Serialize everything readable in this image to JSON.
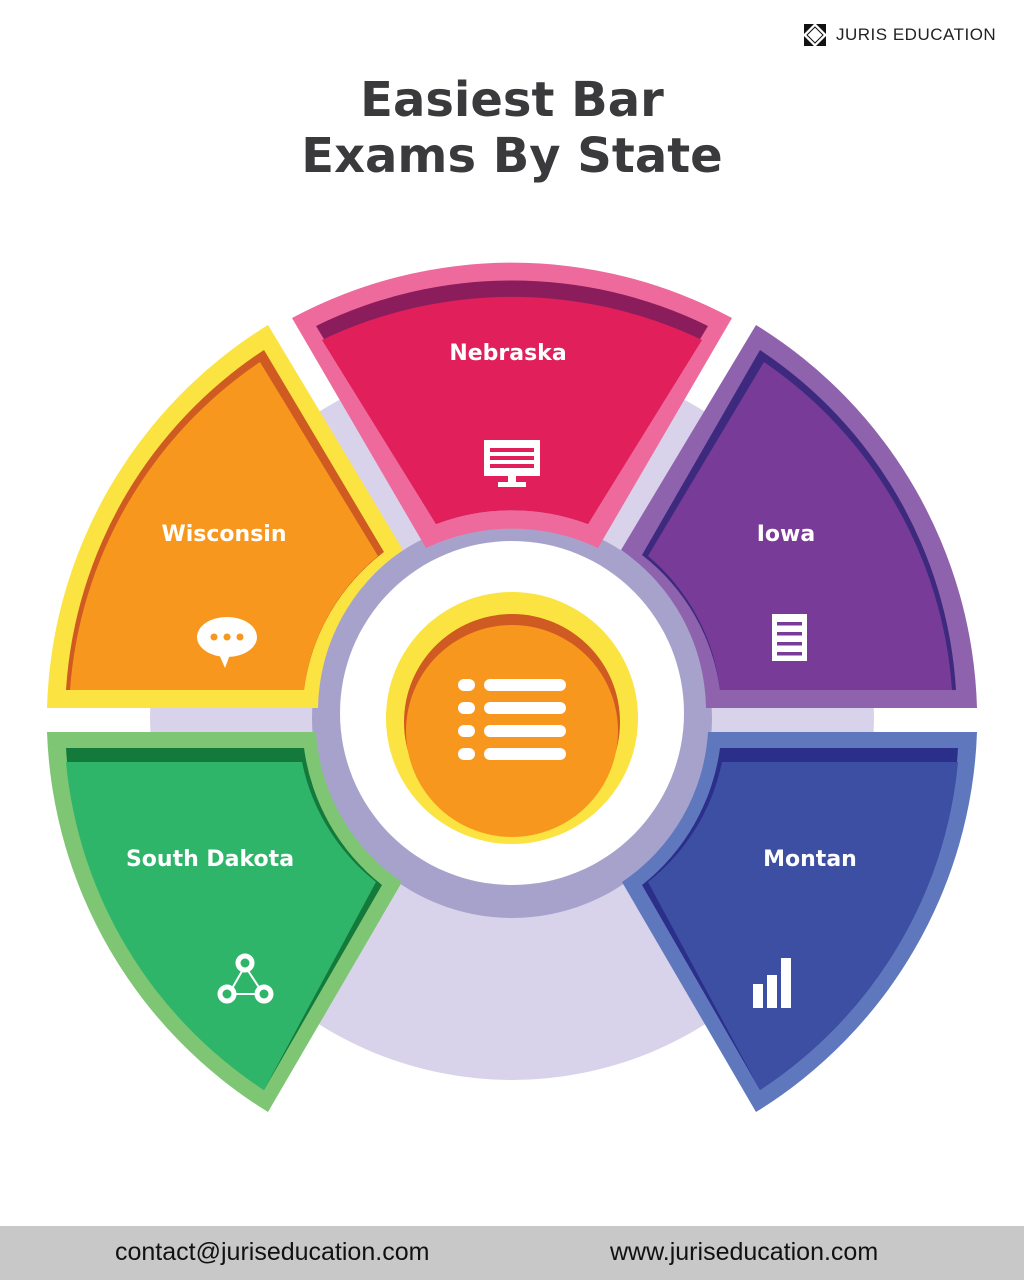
{
  "brand": {
    "name": "JURIS EDUCATION"
  },
  "title": {
    "line1": "Easiest Bar",
    "line2": "Exams By State"
  },
  "center": {
    "icon": "list-icon"
  },
  "segments": [
    {
      "label": "Nebraska",
      "icon": "monitor-icon",
      "fill": "#e01f5b",
      "border": "#ef6a9c",
      "shadow": "#8c1d5c"
    },
    {
      "label": "Iowa",
      "icon": "document-icon",
      "fill": "#793b98",
      "border": "#8f62ad",
      "shadow": "#3d2a7e"
    },
    {
      "label": "Montan",
      "icon": "bar-chart-icon",
      "fill": "#3c4fa3",
      "border": "#5f78bd",
      "shadow": "#2b2f8a"
    },
    {
      "label": "South Dakota",
      "icon": "network-icon",
      "fill": "#2fb56a",
      "border": "#7ec673",
      "shadow": "#137a3b"
    },
    {
      "label": "Wisconsin",
      "icon": "chat-bubble-icon",
      "fill": "#f7971e",
      "border": "#fbe342",
      "shadow": "#cf5a22"
    }
  ],
  "colors": {
    "background_disk": "#d8d3ea",
    "disk_edge": "#a7a2cc",
    "center_ring": "#fbe342",
    "center_fill": "#f7971e",
    "center_shadow": "#cf5a22"
  },
  "footer": {
    "email": "contact@juriseducation.com",
    "website": "www.juriseducation.com"
  }
}
